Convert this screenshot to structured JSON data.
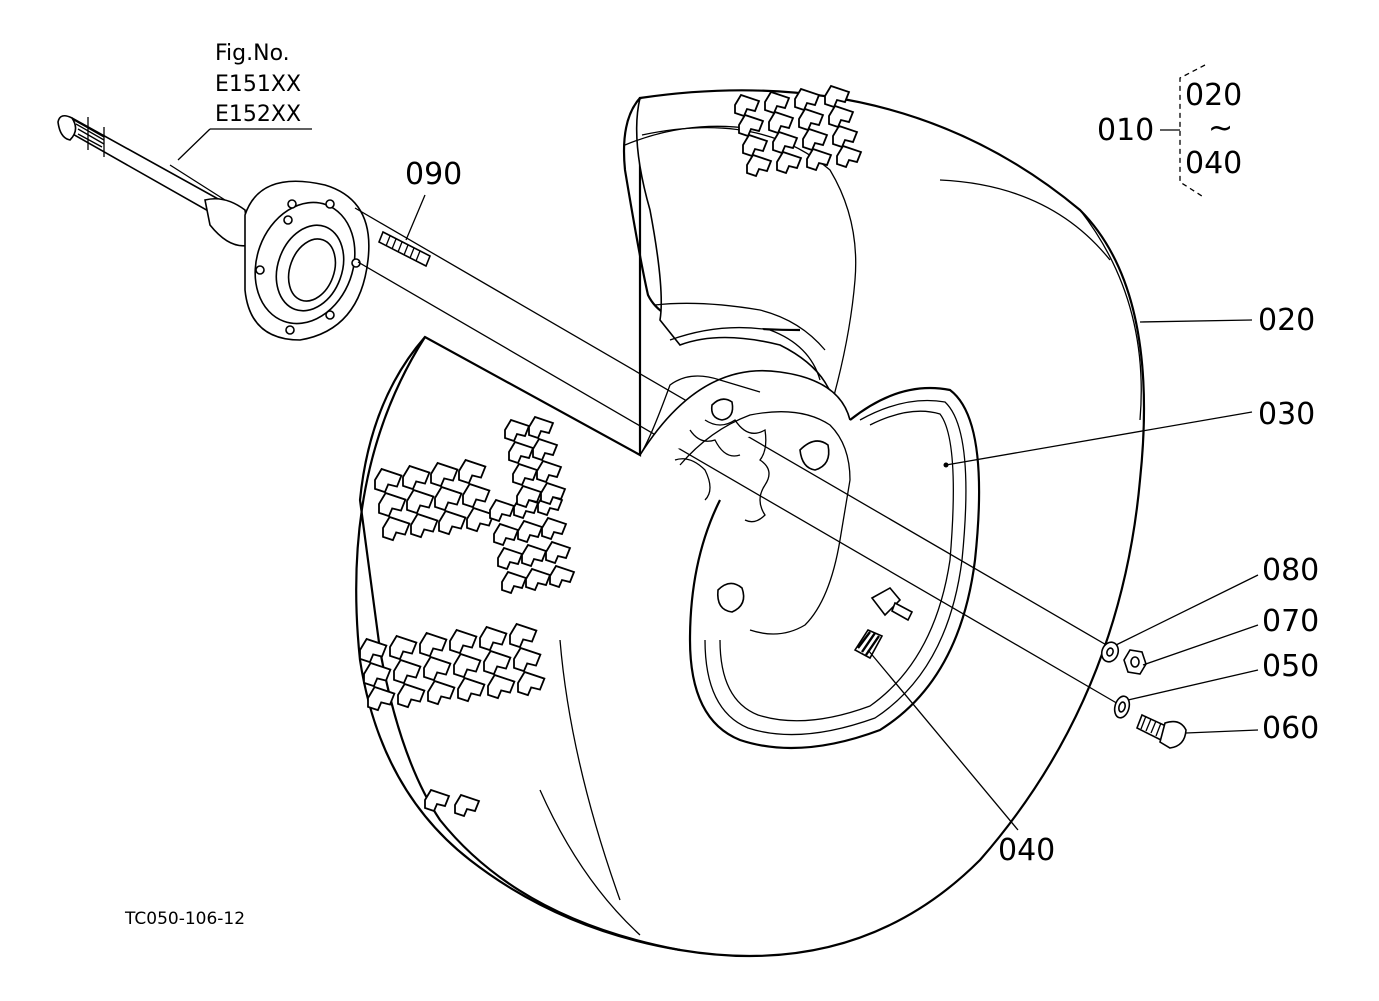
{
  "figure": {
    "fig_no_label": "Fig.No.",
    "fig_codes": [
      "E151XX",
      "E152XX"
    ],
    "drawing_code": "TC050-106-12"
  },
  "parts": {
    "p010": "010",
    "p020": "020",
    "p030": "030",
    "p040": "040",
    "p050": "050",
    "p060": "060",
    "p070": "070",
    "p080": "080",
    "p090": "090"
  },
  "group": {
    "range_start": "020",
    "range_sep": "~",
    "range_end": "040"
  }
}
